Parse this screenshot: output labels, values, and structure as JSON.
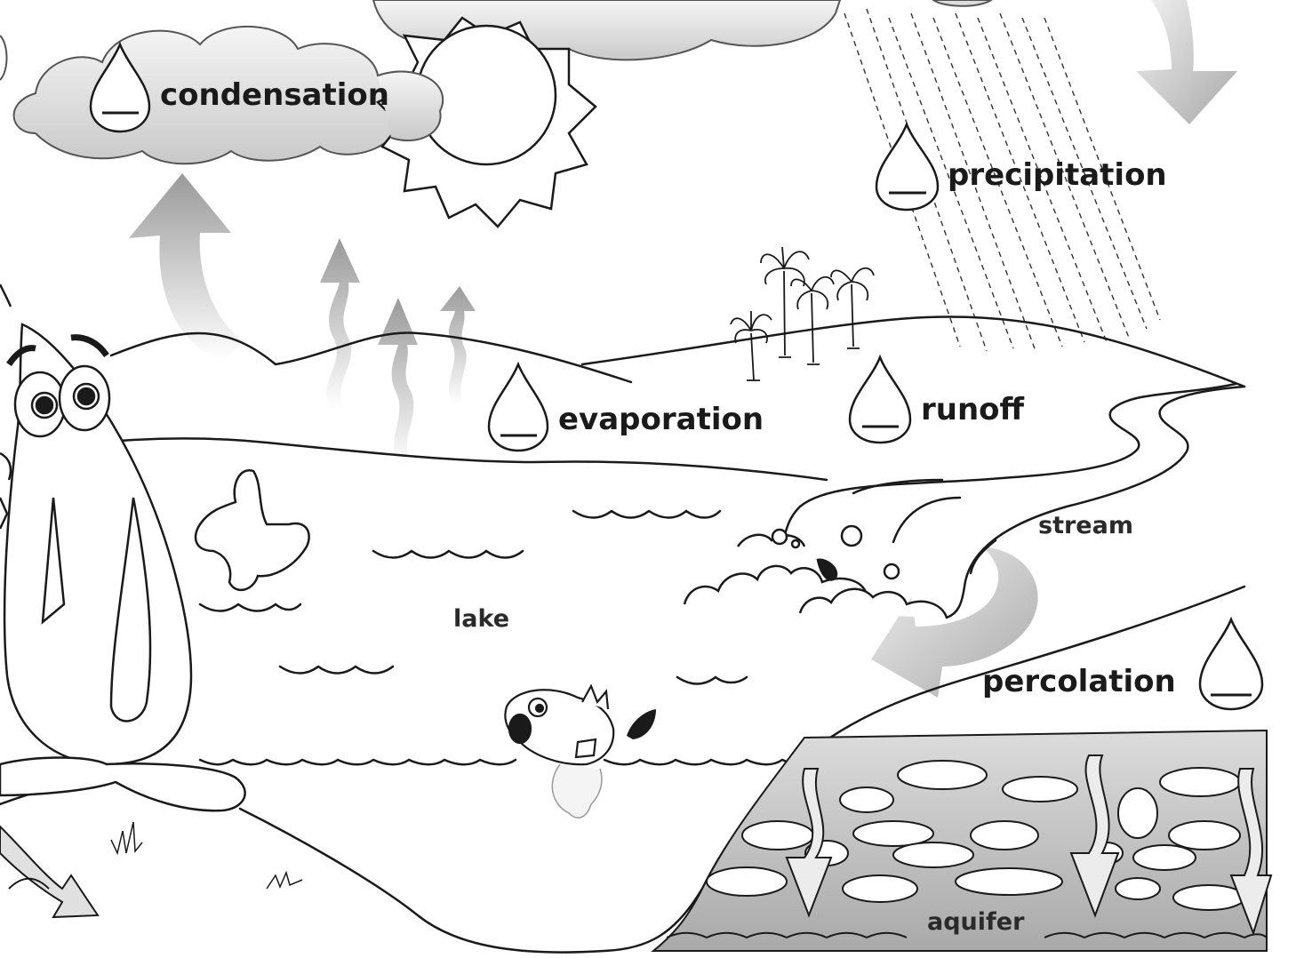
{
  "labels": {
    "condensation": "condensation",
    "precipitation": "precipitation",
    "evaporation": "evaporation",
    "runoff": "runoff",
    "percolation": "percolation",
    "stream": "stream",
    "lake": "lake",
    "aquifer": "aquifer"
  },
  "colors": {
    "line": "#1a1a1a",
    "arrow": "#c8c8c8",
    "cloud": "#e2e2e2",
    "ground": "#cfcfcf"
  }
}
